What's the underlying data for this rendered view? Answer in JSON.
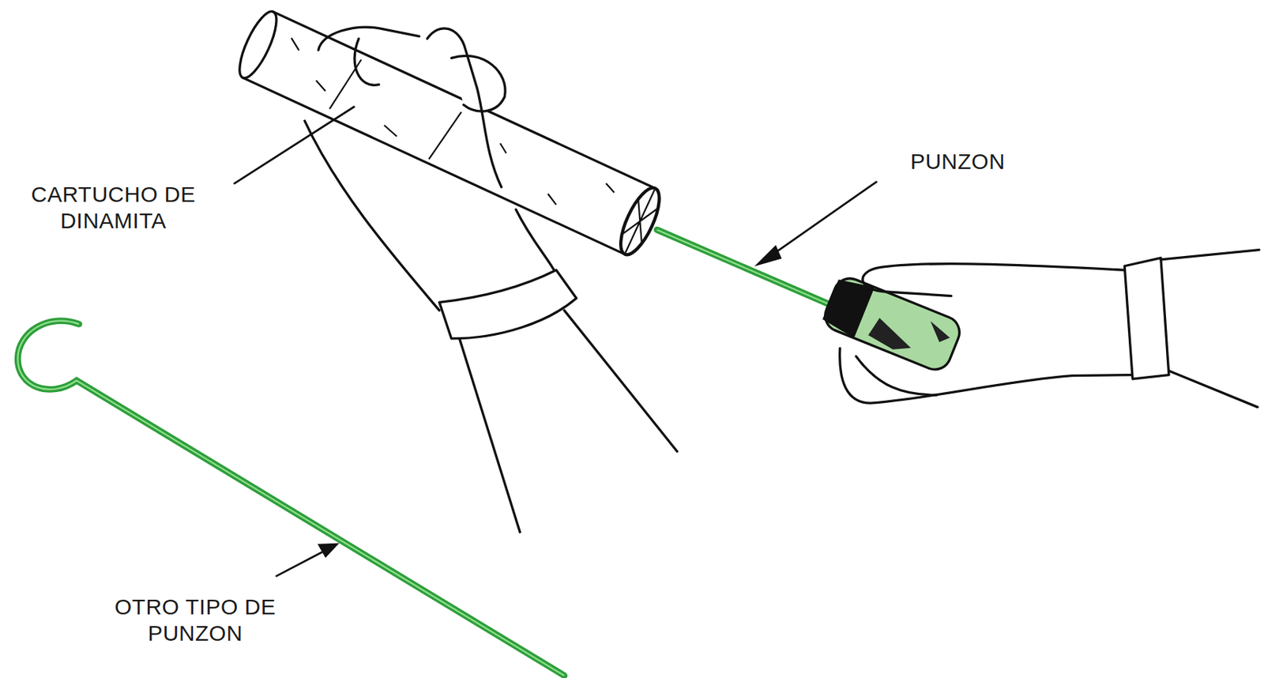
{
  "diagram": {
    "labels": [
      "CARTUCHO DE DINAMITA",
      "PUNZON",
      "OTRO TIPO DE PUNZON"
    ]
  }
}
